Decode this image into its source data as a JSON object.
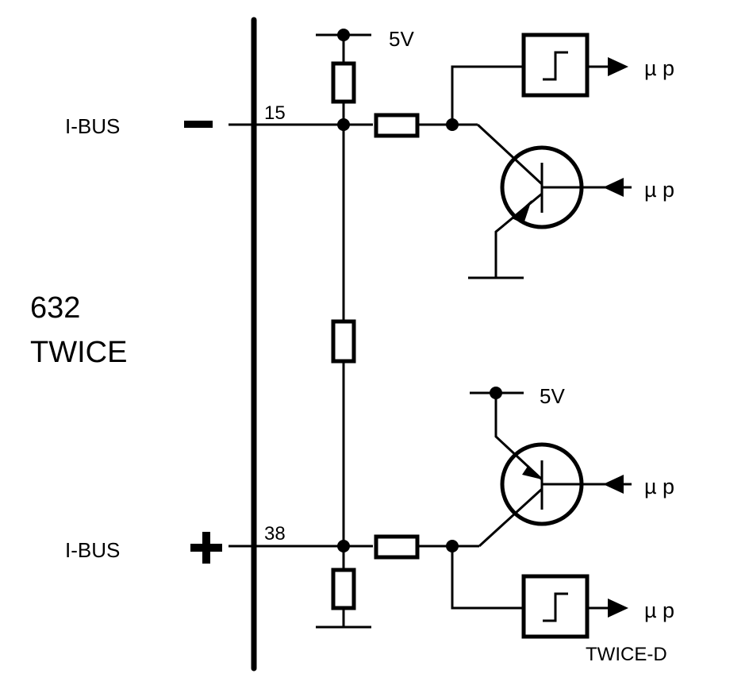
{
  "title": {
    "line1": "632",
    "line2": "TWICE"
  },
  "bus_top": {
    "label": "I-BUS",
    "pin": "15",
    "polarity": "minus-icon"
  },
  "bus_bottom": {
    "label": "I-BUS",
    "pin": "38",
    "polarity": "plus-icon"
  },
  "supply_top": "5V",
  "supply_bottom": "5V",
  "outputs": {
    "comparator_top": "µ p",
    "transistor_top": "µ p",
    "transistor_bottom": "µ p",
    "comparator_bottom": "µ p"
  },
  "footer_label": "TWICE-D"
}
